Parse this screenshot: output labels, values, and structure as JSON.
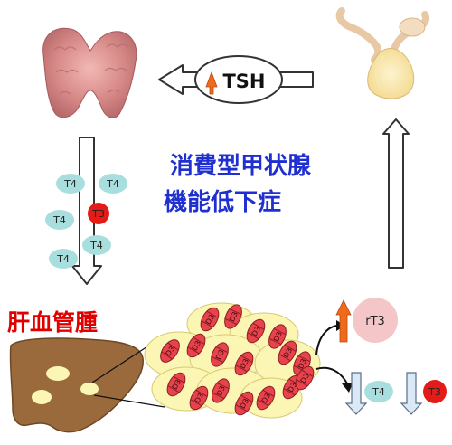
{
  "title": {
    "line1": "消費型甲状腺",
    "line2": "機能低下症"
  },
  "tsh_label": "TSH",
  "liver_label": "肝血管腫",
  "hormones": {
    "left": [
      "T4",
      "T4",
      "T4",
      "T3",
      "T4",
      "T4"
    ],
    "rt3": "rT3",
    "bottom_t4": "T4",
    "bottom_t3": "T3"
  },
  "d3_label": "D3",
  "colors": {
    "title_blue": "#1f2fd0",
    "liver_red": "#e00000",
    "t4_fill": "#a9dede",
    "t3_fill": "#e41b17",
    "rt3_fill": "#f5c6c8",
    "up_arrow": "#f06a1a",
    "liver_brown": "#9a6a3c",
    "cell_yellow": "#fbf6b4",
    "d3_red": "#e8424c",
    "pale_blue_arrow": "#dbe9f6"
  }
}
